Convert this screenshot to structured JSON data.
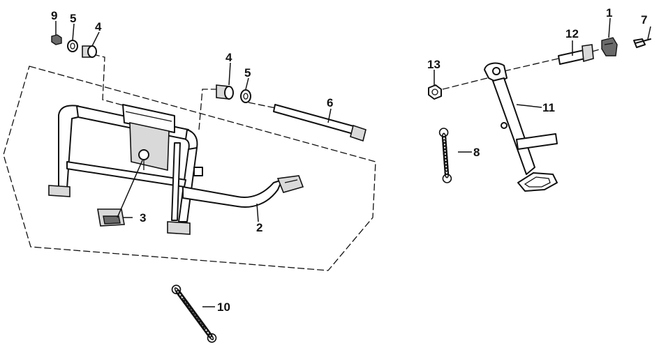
{
  "callouts": [
    {
      "id": "1",
      "text": "1"
    },
    {
      "id": "2",
      "text": "2"
    },
    {
      "id": "3",
      "text": "3"
    },
    {
      "id": "4a",
      "text": "4"
    },
    {
      "id": "4b",
      "text": "4"
    },
    {
      "id": "5a",
      "text": "5"
    },
    {
      "id": "5b",
      "text": "5"
    },
    {
      "id": "6",
      "text": "6"
    },
    {
      "id": "7",
      "text": "7"
    },
    {
      "id": "8",
      "text": "8"
    },
    {
      "id": "9",
      "text": "9"
    },
    {
      "id": "10",
      "text": "10"
    },
    {
      "id": "11",
      "text": "11"
    },
    {
      "id": "12",
      "text": "12"
    },
    {
      "id": "13",
      "text": "13"
    }
  ],
  "colors": {
    "ink": "#111111",
    "background": "#ffffff",
    "shade": "#d9d9d9"
  }
}
